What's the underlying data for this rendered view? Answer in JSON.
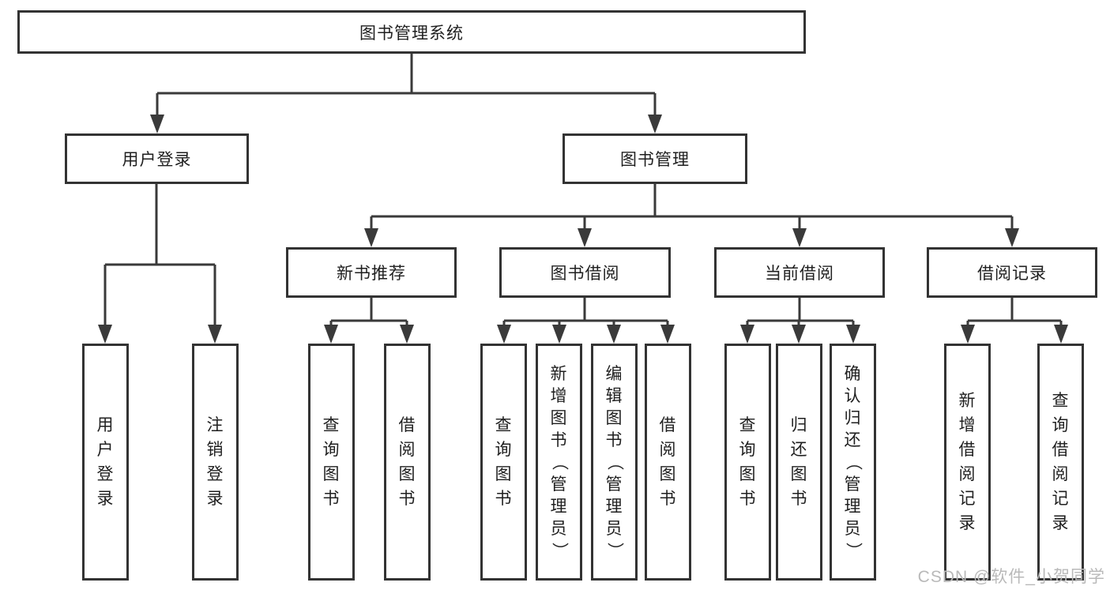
{
  "diagram": {
    "root": "图书管理系统",
    "branches": [
      {
        "label": "用户登录",
        "children": [
          "用户登录",
          "注销登录"
        ]
      },
      {
        "label": "图书管理",
        "sections": [
          {
            "label": "新书推荐",
            "children": [
              "查询图书",
              "借阅图书"
            ]
          },
          {
            "label": "图书借阅",
            "children": [
              "查询图书",
              "新增图书（管理员）",
              "编辑图书（管理员）",
              "借阅图书"
            ]
          },
          {
            "label": "当前借阅",
            "children": [
              "查询图书",
              "归还图书",
              "确认归还（管理员）"
            ]
          },
          {
            "label": "借阅记录",
            "children": [
              "新增借阅记录",
              "查询借阅记录"
            ]
          }
        ]
      }
    ]
  },
  "watermark": "CSDN @软件_小贺同学",
  "colors": {
    "line": "#3a3a3a",
    "box_border": "#333333",
    "box_fill": "#ffffff",
    "text": "#1f1f1f",
    "watermark": "#b9b9b9"
  }
}
